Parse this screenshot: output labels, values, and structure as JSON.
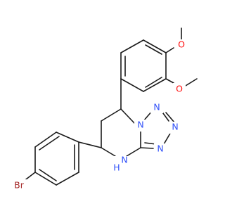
{
  "molecule": {
    "atoms": [
      {
        "id": "O_top",
        "label": "O",
        "color": "#ff0d0d"
      },
      {
        "id": "O_mid",
        "label": "O",
        "color": "#ff0d0d"
      },
      {
        "id": "N_n1",
        "label": "N",
        "color": "#3050f8"
      },
      {
        "id": "N_n2",
        "label": "N",
        "color": "#3050f8"
      },
      {
        "id": "N_n3",
        "label": "N",
        "color": "#3050f8"
      },
      {
        "id": "N_n4",
        "label": "N",
        "color": "#3050f8"
      },
      {
        "id": "NH",
        "label": "N",
        "color": "#3050f8"
      },
      {
        "id": "H_nh",
        "label": "H",
        "color": "#3050f8"
      },
      {
        "id": "Br",
        "label": "Br",
        "color": "#a62929"
      }
    ],
    "bond_color": "#1a1a1a"
  }
}
